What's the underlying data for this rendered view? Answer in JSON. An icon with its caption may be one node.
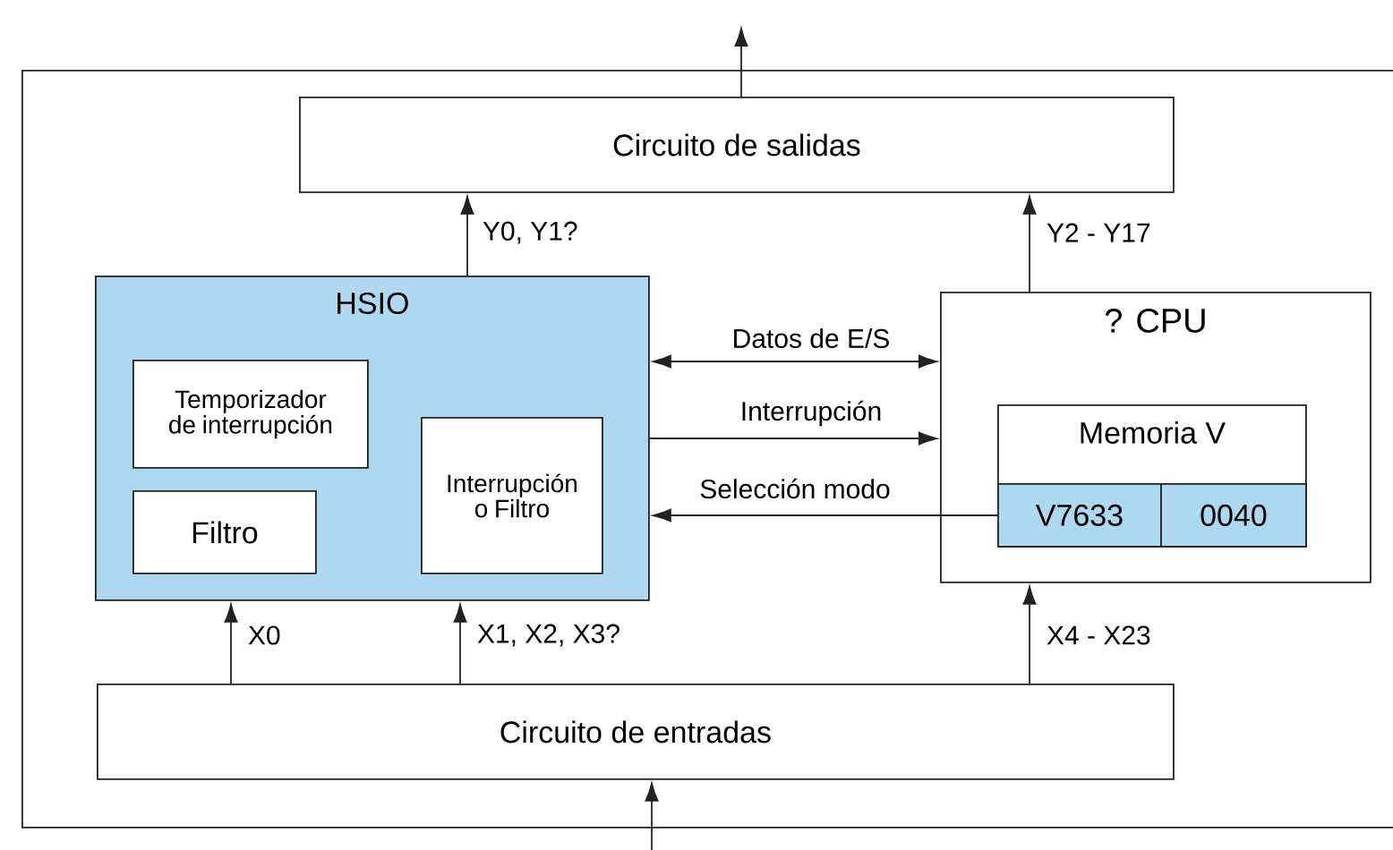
{
  "diagram": {
    "nodes": [
      {
        "text": [],
        "shape": "box"
      },
      {
        "text": [
          "Circuito de salidas"
        ],
        "in": 0
      },
      {
        "text": [
          "HSIO"
        ],
        "in": 0
      },
      {
        "text": [
          "Temporizador de interrupción"
        ],
        "in": 2
      },
      {
        "text": [
          "Interrupción o Filtro"
        ],
        "in": 2
      },
      {
        "text": [
          "Filtro"
        ],
        "in": 2
      },
      {
        "text": [
          "? CPU"
        ],
        "in": 0
      },
      {
        "text": [
          "Memoria V"
        ],
        "in": 6
      },
      {
        "text": [
          "V7633"
        ],
        "in": 7
      },
      {
        "text": [
          "0040"
        ],
        "in": 7
      },
      {
        "text": [
          "Circuito de entradas"
        ],
        "in": 0
      }
    ],
    "edges": [
      {
        "from": 1,
        "to": null,
        "arrow": "to"
      },
      {
        "from": 2,
        "to": 1,
        "arrow": "to",
        "label": "Y0, Y1?"
      },
      {
        "from": 6,
        "to": 1,
        "arrow": "to",
        "label": "Y2 - Y17"
      },
      {
        "from": 2,
        "to": 6,
        "arrow": "both",
        "label": "Datos de E/S"
      },
      {
        "from": 2,
        "to": 6,
        "arrow": "to",
        "label": "Interrupción"
      },
      {
        "from": 8,
        "to": 2,
        "arrow": "to",
        "label": "Selección modo"
      },
      {
        "from": 10,
        "to": 2,
        "arrow": "to",
        "label": "X0"
      },
      {
        "from": 10,
        "to": 2,
        "arrow": "to",
        "label": "X1, X2, X3?"
      },
      {
        "from": 10,
        "to": 6,
        "arrow": "to",
        "label": "X4 - X23"
      },
      {
        "from": null,
        "to": 10,
        "arrow": "to"
      }
    ]
  }
}
